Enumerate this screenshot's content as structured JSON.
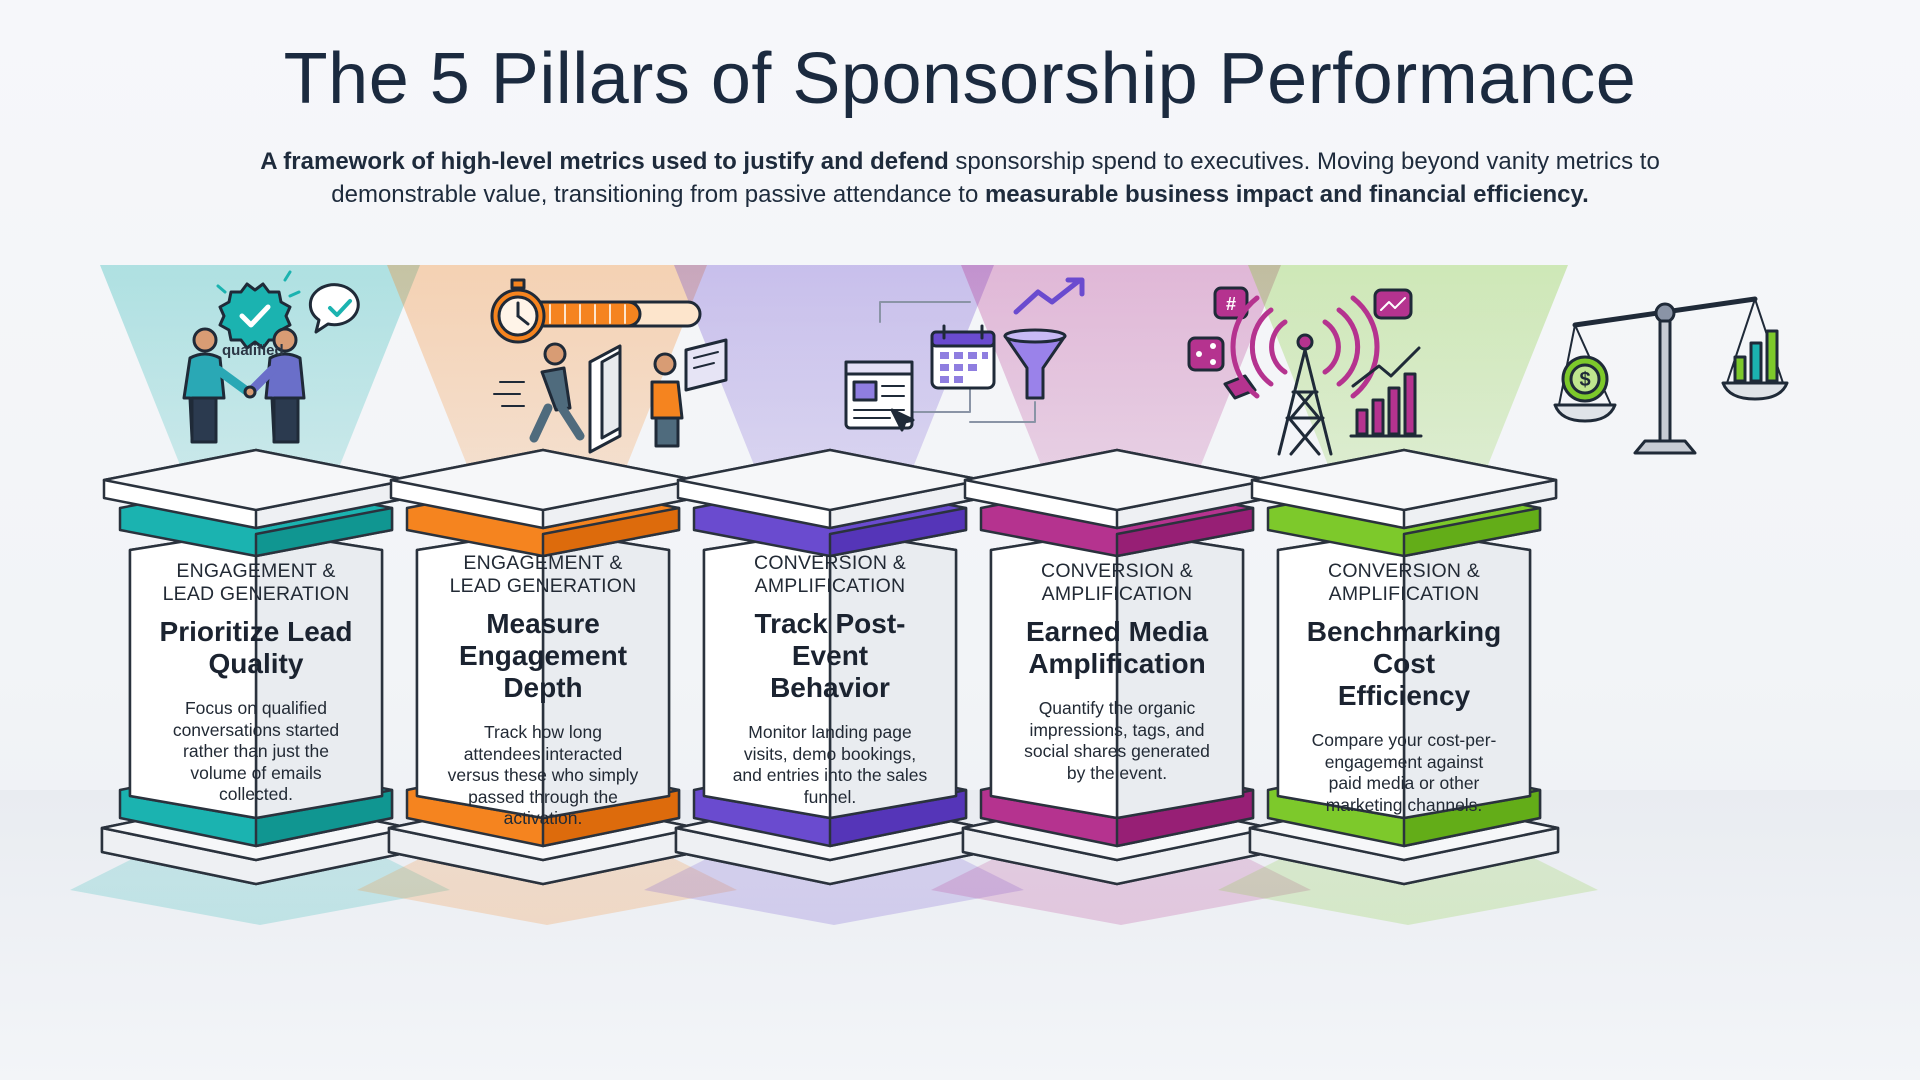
{
  "title": "The 5 Pillars of Sponsorship Performance",
  "subtitle": {
    "b1": "A framework of high-level metrics used to justify and defend",
    "t1": " sponsorship spend to executives. Moving beyond vanity metrics to demonstrable value, transitioning from passive attendance to ",
    "b2": "measurable business impact and financial efficiency."
  },
  "pillars": [
    {
      "category": "ENGAGEMENT & LEAD GENERATION",
      "heading": "Prioritize Lead Quality",
      "description": "Focus on qualified conversations started rather than just the volume of emails collected.",
      "color": "#1bb3b0",
      "dark": "#109691",
      "icon": "handshake-qualified-icon",
      "icon_label": "qualified"
    },
    {
      "category": "ENGAGEMENT & LEAD GENERATION",
      "heading": "Measure Engagement Depth",
      "description": "Track how long attendees interacted versus these who simply passed through the activation.",
      "color": "#f5841f",
      "dark": "#dd6b0c",
      "icon": "stopwatch-walkthrough-icon"
    },
    {
      "category": "CONVERSION & AMPLIFICATION",
      "heading": "Track Post-Event Behavior",
      "description": "Monitor landing page visits, demo bookings, and entries into the sales funnel.",
      "color": "#6a4bcf",
      "dark": "#5535b8",
      "icon": "funnel-calendar-icon"
    },
    {
      "category": "CONVERSION & AMPLIFICATION",
      "heading": "Earned Media Amplification",
      "description": "Quantify the organic impressions, tags, and social shares generated by the event.",
      "color": "#b5338f",
      "dark": "#971f75",
      "icon": "broadcast-tower-icon"
    },
    {
      "category": "CONVERSION & AMPLIFICATION",
      "heading": "Benchmarking Cost Efficiency",
      "description": "Compare your cost-per-engagement against paid media or other marketing channels.",
      "color": "#7dc92b",
      "dark": "#63ad18",
      "icon": "balance-scale-icon"
    }
  ]
}
